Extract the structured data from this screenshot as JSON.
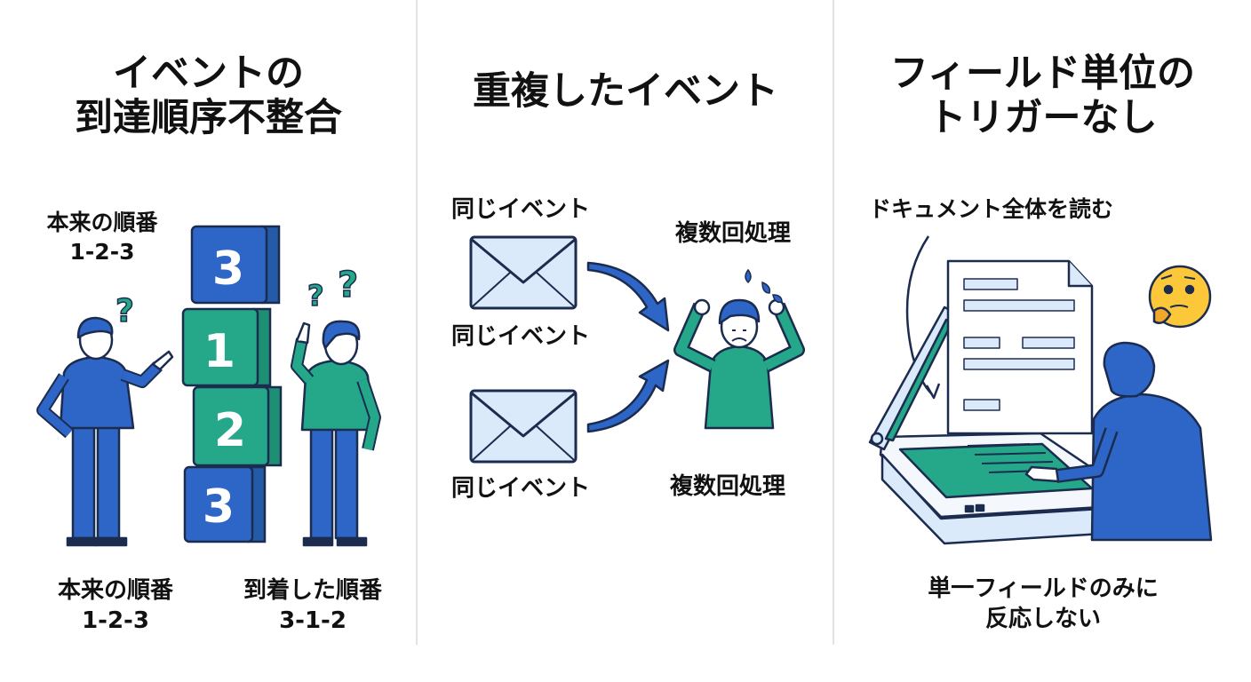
{
  "colors": {
    "dark_blue": "#2e66c7",
    "teal": "#24a889",
    "outline": "#1c2c4f",
    "light_blue": "#dbeafa",
    "emoji_yellow": "#fcc83a"
  },
  "panels": [
    {
      "title_lines": [
        "イベントの",
        "到達順序不整合"
      ],
      "label_top_original": [
        "本来の順番",
        "1-2-3"
      ],
      "blocks": [
        "3",
        "1",
        "2",
        "3"
      ],
      "label_bottom_original": [
        "本来の順番",
        "1-2-3"
      ],
      "label_bottom_arrived": [
        "到着した順番",
        "3-1-2"
      ]
    },
    {
      "title": "重複したイベント",
      "same_event_labels": [
        "同じイベント",
        "同じイベント",
        "同じイベント"
      ],
      "multi_process_labels": [
        "複数回処理",
        "複数回処理"
      ]
    },
    {
      "title_lines": [
        "フィールド単位の",
        "トリガーなし"
      ],
      "read_whole_doc": "ドキュメント全体を読む",
      "no_react_lines": [
        "単一フィールドのみに",
        "反応しない"
      ]
    }
  ]
}
